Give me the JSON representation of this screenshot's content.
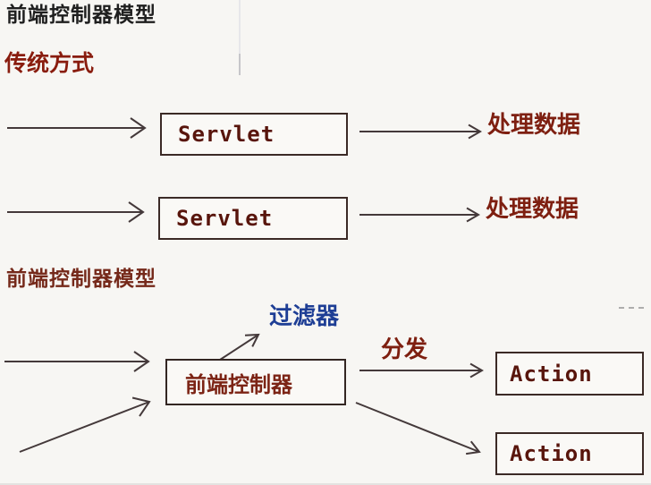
{
  "colors": {
    "background": "#f7f6f3",
    "title_black": "#1f1f1f",
    "dark_red_text": "#7e1f10",
    "heading_red": "#75291a",
    "filter_blue": "#1e3e95",
    "mono_text_red": "#58150c",
    "box_border": "#3b2a26",
    "arrow": "#44393a"
  },
  "traditional": {
    "title": "前端控制器模型",
    "subtitle": "传统方式",
    "rows": [
      {
        "box": "Servlet",
        "result": "处理数据"
      },
      {
        "box": "Servlet",
        "result": "处理数据"
      }
    ]
  },
  "front_controller": {
    "heading": "前端控制器模型",
    "filter": "过滤器",
    "controller": "前端控制器",
    "dispatch": "分发",
    "actions": [
      "Action",
      "Action"
    ]
  }
}
